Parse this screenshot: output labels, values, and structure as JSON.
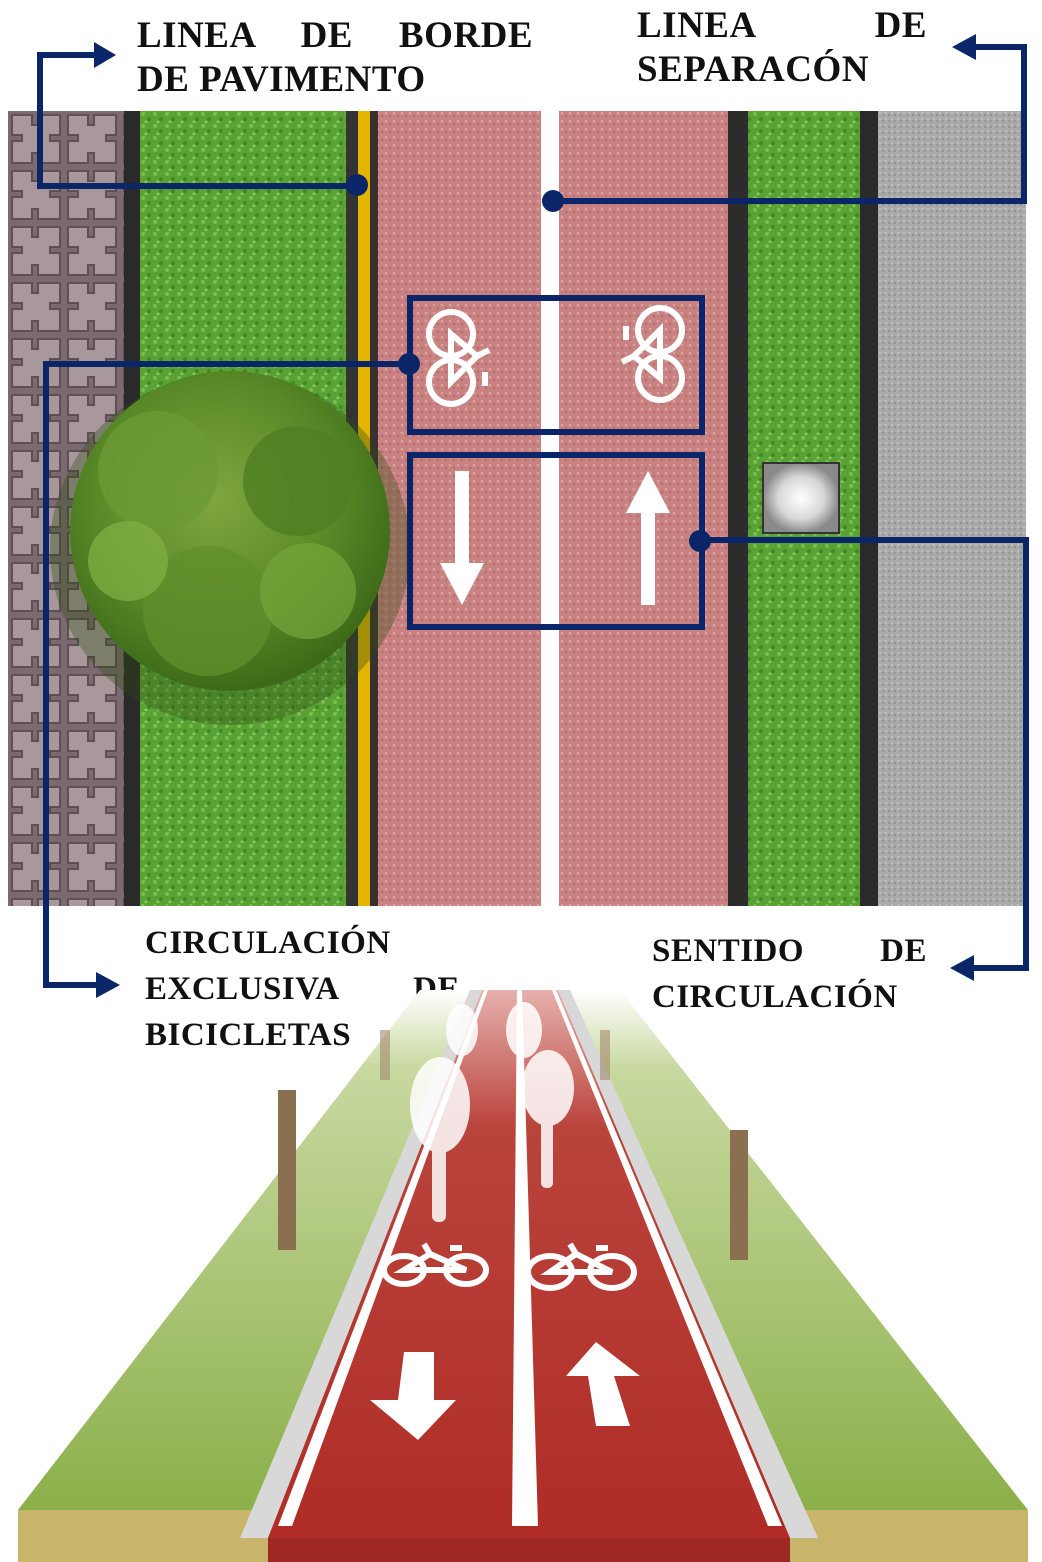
{
  "labels": {
    "borde": [
      "LINEA DE BORDE",
      "DE PAVIMENTO"
    ],
    "separacion": [
      "LINEA DE",
      "SEPARACÓN"
    ],
    "circulacion": [
      "CIRCULACIÓN",
      "EXCLUSIVA DE",
      "BICICLETAS"
    ],
    "sentido": [
      "SENTIDO DE",
      "CIRCULACIÓN"
    ]
  },
  "colors": {
    "callout": "#0a2668",
    "bike_lane": "#c98080",
    "bike_lane_3d": "#b5322c",
    "grass": "#5ea83a",
    "edge_line": "#e6b800",
    "pavers": "#8c7a80",
    "road": "#a8a8a8"
  }
}
